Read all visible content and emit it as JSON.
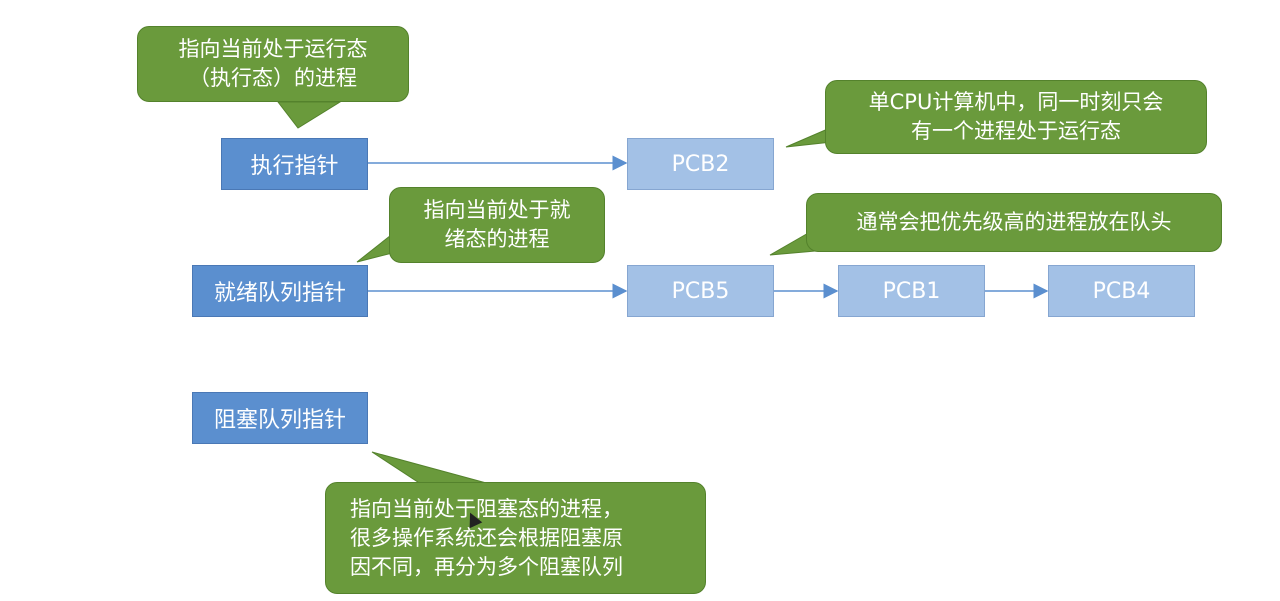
{
  "pointers": {
    "running": "执行指针",
    "ready": "就绪队列指针",
    "blocked": "阻塞队列指针"
  },
  "pcbs": {
    "running": "PCB2",
    "ready": [
      "PCB5",
      "PCB1",
      "PCB4"
    ]
  },
  "callouts": {
    "running_ptr": [
      "指向当前处于运行态",
      "（执行态）的进程"
    ],
    "single_cpu": [
      "单CPU计算机中，同一时刻只会",
      "有一个进程处于运行态"
    ],
    "ready_ptr": [
      "指向当前处于就",
      "绪态的进程"
    ],
    "priority": [
      "通常会把优先级高的进程放在队头"
    ],
    "blocked_ptr": [
      "指向当前处于阻塞态的进程，",
      "很多操作系统还会根据阻塞原",
      "因不同，再分为多个阻塞队列"
    ]
  },
  "colors": {
    "pointer_box": "#5b8fcf",
    "pcb_box": "#a3c1e6",
    "callout": "#6a9a3c",
    "arrow": "#5b8fcf"
  }
}
